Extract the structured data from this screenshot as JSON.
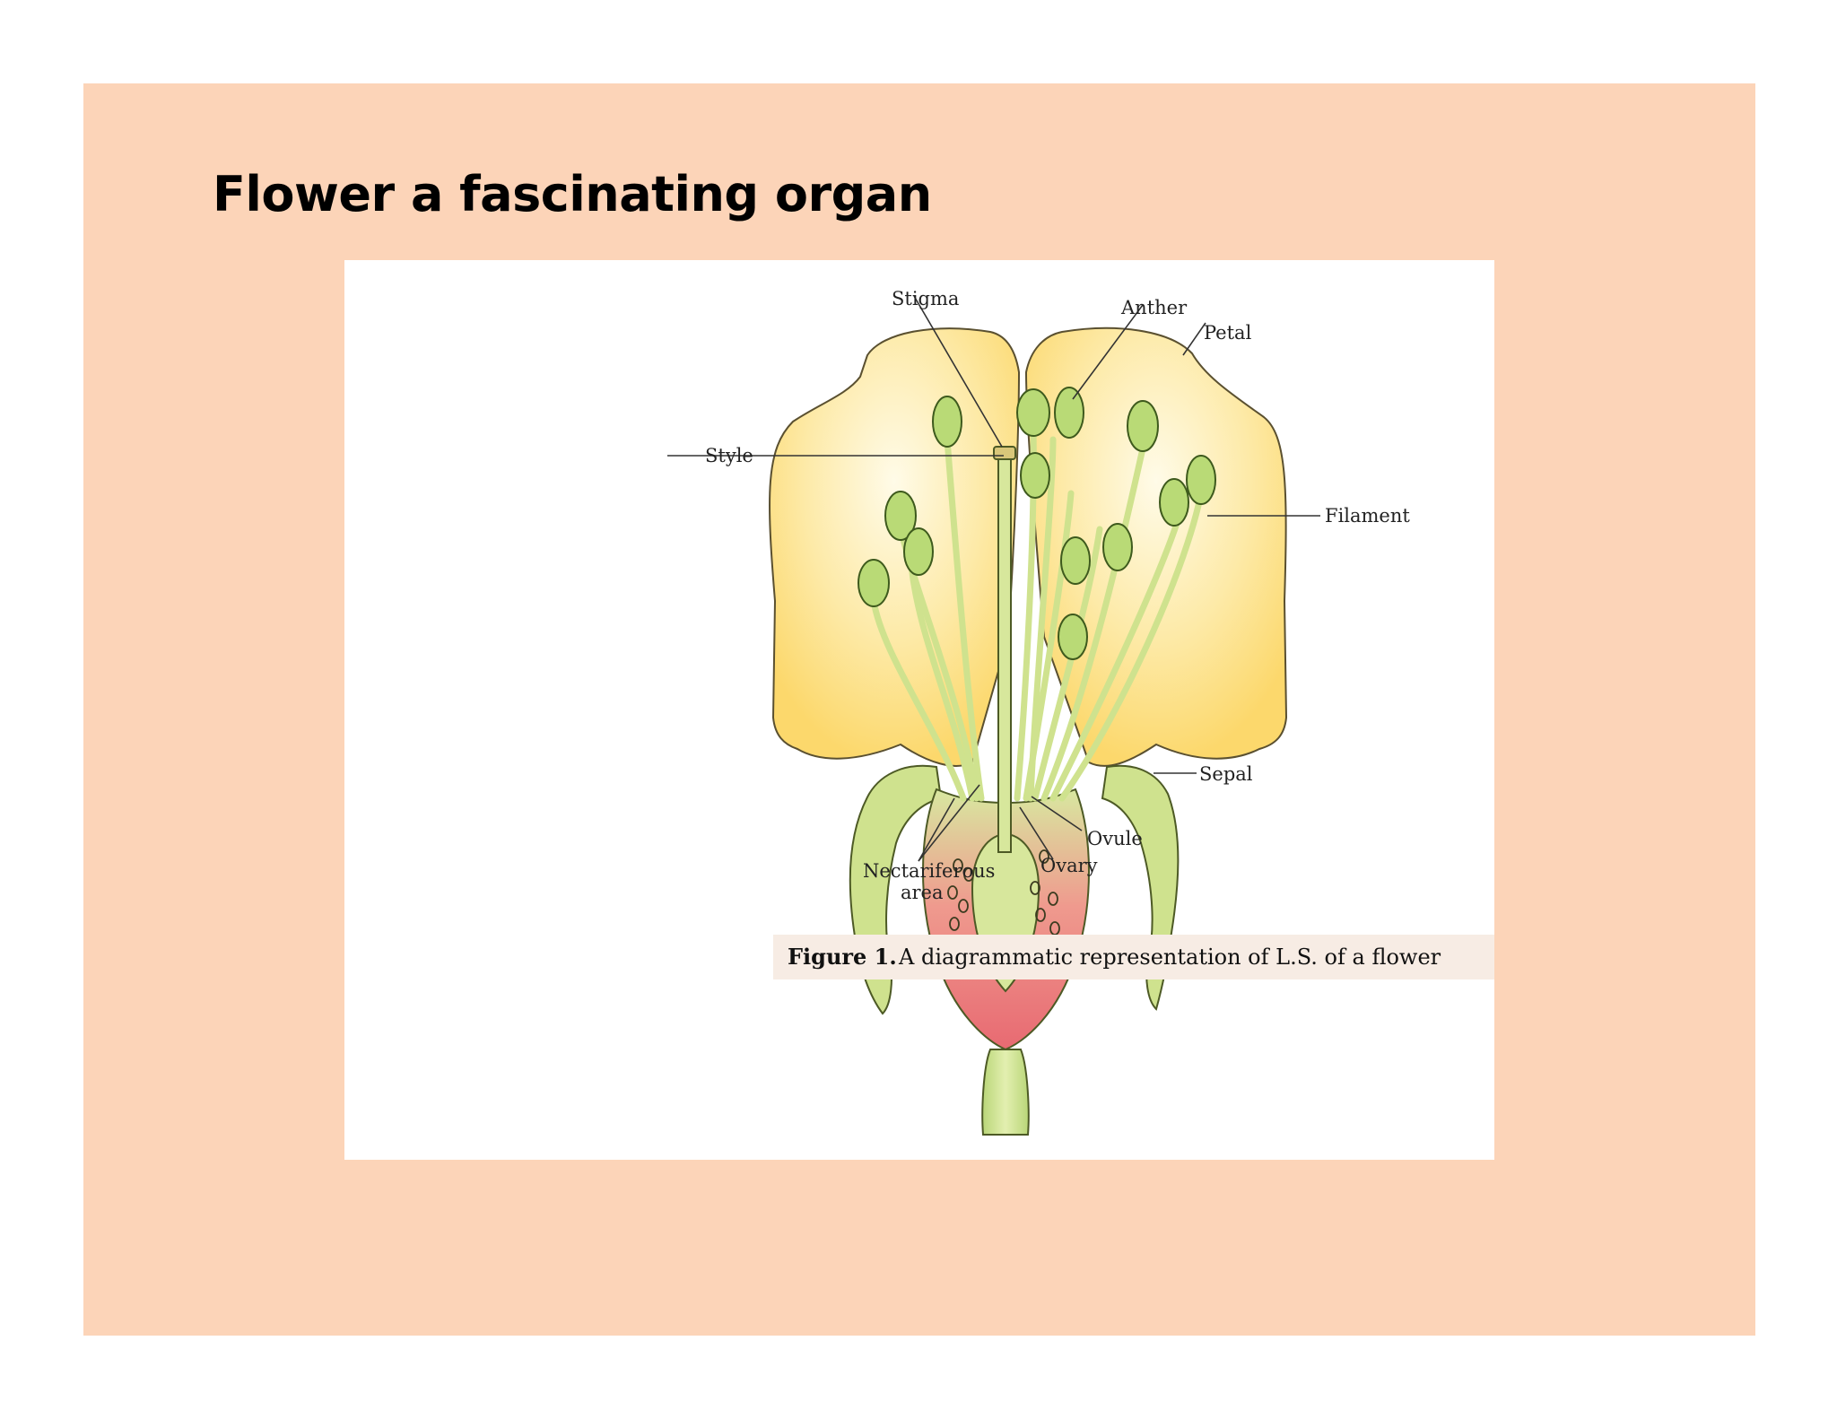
{
  "slide": {
    "title": "Flower a fascinating organ"
  },
  "figure": {
    "labels": {
      "stigma": "Stigma",
      "anther": "Anther",
      "petal": "Petal",
      "style": "Style",
      "filament": "Filament",
      "sepal": "Sepal",
      "ovule": "Ovule",
      "ovary": "Ovary",
      "nectariferous_line1": "Nectariferous",
      "nectariferous_line2": "area"
    },
    "caption": {
      "number": "Figure 1.",
      "text": "A diagrammatic representation of L.S. of a flower"
    }
  },
  "colors": {
    "slide_background": "#fcd4b8",
    "petal": "#fde38a",
    "stamen": "#c9e08a",
    "ovary_nectary": "#e8747a"
  }
}
